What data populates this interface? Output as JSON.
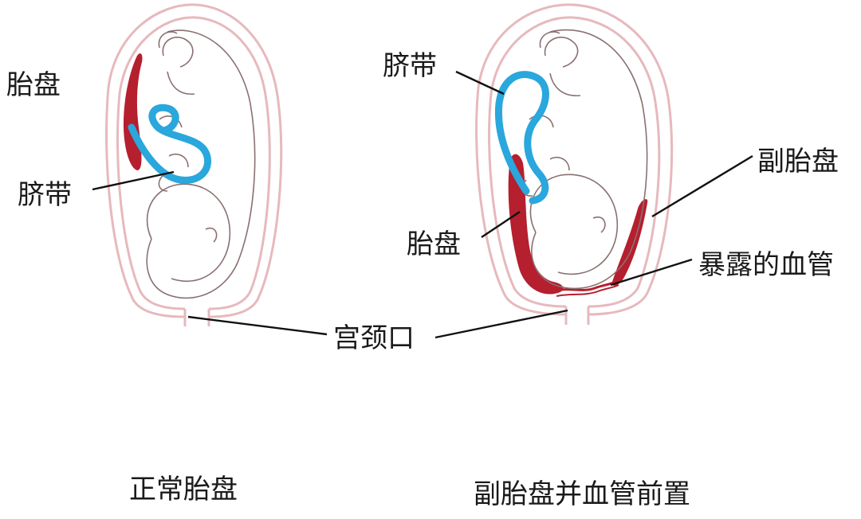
{
  "left_figure": {
    "placenta_label": "胎盘",
    "umbilical_cord_label": "脐带",
    "caption": "正常胎盘"
  },
  "right_figure": {
    "umbilical_cord_label": "脐带",
    "placenta_label": "胎盘",
    "accessory_placenta_label": "副胎盘",
    "exposed_vessels_label": "暴露的血管",
    "caption": "副胎盘并血管前置"
  },
  "shared": {
    "cervix_label": "宫颈口"
  },
  "colors": {
    "uterus_wall": "#e6b9bd",
    "placenta": "#b51f2e",
    "umbilical_cord": "#2aa7dc",
    "fetus_outline": "#8a7070",
    "leader_line": "#111111"
  }
}
